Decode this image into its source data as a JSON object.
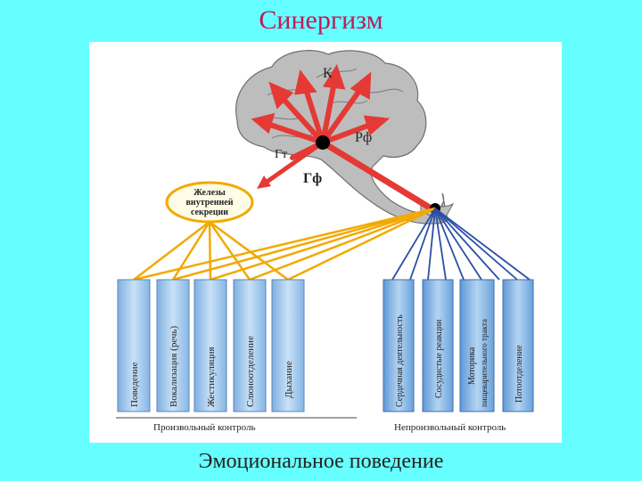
{
  "slide": {
    "title": "Синергизм",
    "caption": "Эмоциональное поведение"
  },
  "brain": {
    "cortex_label": "К",
    "rf_label": "Рф",
    "gt_label": "Гт",
    "gf_label": "Гф"
  },
  "gland": {
    "lines": [
      "Железы",
      "внутренней",
      "секреции"
    ]
  },
  "voluntary": {
    "items": [
      "Поведение",
      "Вокализация (речь)",
      "Жестикуляция",
      "Слюноотделение",
      "Дыхание"
    ],
    "footer": "Произвольный контроль"
  },
  "involuntary": {
    "items": [
      [
        "Сердечная деятельность"
      ],
      [
        "Сосудистые реакции"
      ],
      [
        "Моторика",
        "пищеварительного тракта"
      ],
      [
        "Потоотделение"
      ]
    ],
    "footer": "Непроизвольный контроль"
  },
  "colors": {
    "background": "#66ffff",
    "title": "#c2185b",
    "brain": "#bdbdbd",
    "arrow": "#e53935",
    "voluntary_lines": "#f2a900",
    "involuntary_lines": "#2b4fa8",
    "panel": "#a9cdee"
  }
}
